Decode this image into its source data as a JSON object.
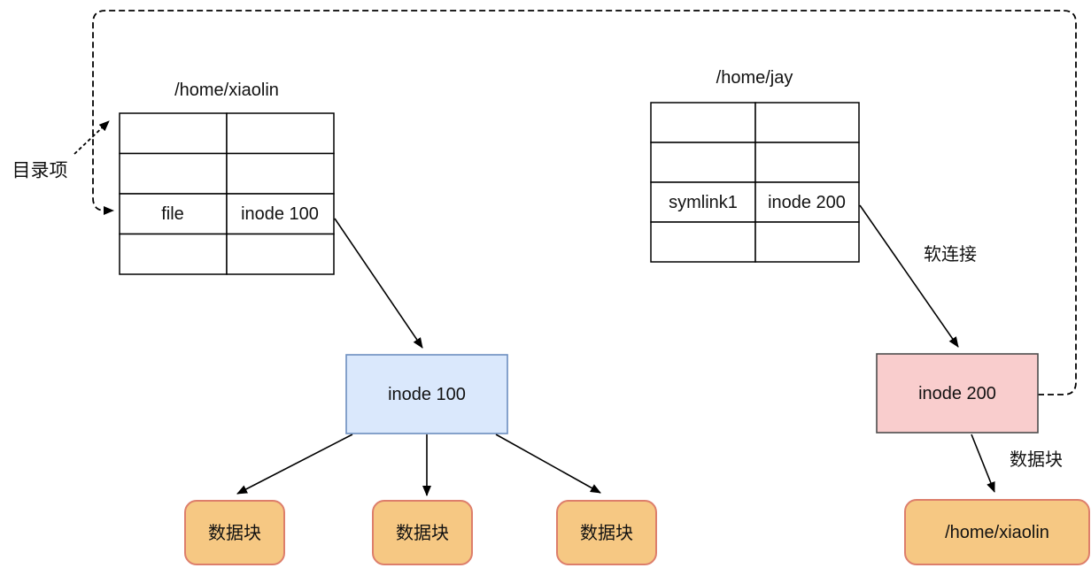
{
  "diagram": {
    "left_table": {
      "title": "/home/xiaolin",
      "file_name": "file",
      "file_inode": "inode 100"
    },
    "right_table": {
      "title": "/home/jay",
      "symlink_name": "symlink1",
      "symlink_inode": "inode 200"
    },
    "labels": {
      "directory_entry": "目录项",
      "soft_link": "软连接",
      "data_block": "数据块"
    },
    "inode100_box_label": "inode 100",
    "inode200_box_label": "inode 200",
    "data_blocks": [
      "数据块",
      "数据块",
      "数据块"
    ],
    "symlink_target_label": "/home/xiaolin",
    "colors": {
      "cell_green": "#d5e8d4",
      "cell_blue": "#dae8fc",
      "cell_purple": "#e1d5e7",
      "cell_pink": "#f8cecc",
      "inode_blue_fill": "#dae8fc",
      "inode_blue_border": "#6c8ebf",
      "inode_pink_fill": "#f9cdcd",
      "inode_pink_border": "#4d4d4d",
      "block_orange_fill": "#f6c883",
      "block_orange_border": "#dd7e6b"
    }
  }
}
